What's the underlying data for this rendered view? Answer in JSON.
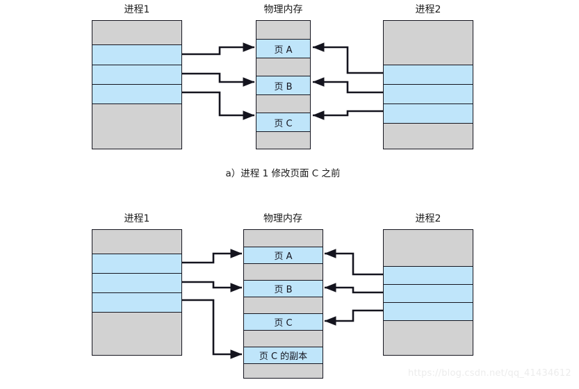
{
  "figure": {
    "watermark": "https://blog.csdn.net/qq_41434612"
  },
  "diagrams": [
    {
      "id": "before",
      "caption": "a）进程 1 修改页面 C 之前",
      "columns": [
        {
          "id": "process1-before",
          "title": "进程1",
          "rows": [
            {
              "label": "",
              "fill": "gray"
            },
            {
              "label": "",
              "fill": "blue"
            },
            {
              "label": "",
              "fill": "blue"
            },
            {
              "label": "",
              "fill": "blue"
            },
            {
              "label": "",
              "fill": "gray"
            }
          ]
        },
        {
          "id": "physical-memory-before",
          "title": "物理内存",
          "rows": [
            {
              "label": "",
              "fill": "gray"
            },
            {
              "label": "页 A",
              "fill": "blue"
            },
            {
              "label": "",
              "fill": "gray"
            },
            {
              "label": "页 B",
              "fill": "blue"
            },
            {
              "label": "",
              "fill": "gray"
            },
            {
              "label": "页 C",
              "fill": "blue"
            },
            {
              "label": "",
              "fill": "gray"
            }
          ]
        },
        {
          "id": "process2-before",
          "title": "进程2",
          "rows": [
            {
              "label": "",
              "fill": "gray"
            },
            {
              "label": "",
              "fill": "blue"
            },
            {
              "label": "",
              "fill": "blue"
            },
            {
              "label": "",
              "fill": "blue"
            },
            {
              "label": "",
              "fill": "gray"
            }
          ]
        }
      ]
    },
    {
      "id": "after",
      "caption": "",
      "columns": [
        {
          "id": "process1-after",
          "title": "进程1",
          "rows": [
            {
              "label": "",
              "fill": "gray"
            },
            {
              "label": "",
              "fill": "blue"
            },
            {
              "label": "",
              "fill": "blue"
            },
            {
              "label": "",
              "fill": "blue"
            },
            {
              "label": "",
              "fill": "gray"
            }
          ]
        },
        {
          "id": "physical-memory-after",
          "title": "物理内存",
          "rows": [
            {
              "label": "",
              "fill": "gray"
            },
            {
              "label": "页 A",
              "fill": "blue"
            },
            {
              "label": "",
              "fill": "gray"
            },
            {
              "label": "页 B",
              "fill": "blue"
            },
            {
              "label": "",
              "fill": "gray"
            },
            {
              "label": "页 C",
              "fill": "blue"
            },
            {
              "label": "",
              "fill": "gray"
            },
            {
              "label": "页 C 的副本",
              "fill": "blue"
            },
            {
              "label": "",
              "fill": "gray"
            }
          ]
        },
        {
          "id": "process2-after",
          "title": "进程2",
          "rows": [
            {
              "label": "",
              "fill": "gray"
            },
            {
              "label": "",
              "fill": "blue"
            },
            {
              "label": "",
              "fill": "blue"
            },
            {
              "label": "",
              "fill": "blue"
            },
            {
              "label": "",
              "fill": "gray"
            }
          ]
        }
      ]
    }
  ],
  "colors": {
    "gray_fill": "#d2d2d2",
    "blue_fill": "#bfe5fa",
    "stroke": "#14141e",
    "watermark": "#ececec"
  }
}
